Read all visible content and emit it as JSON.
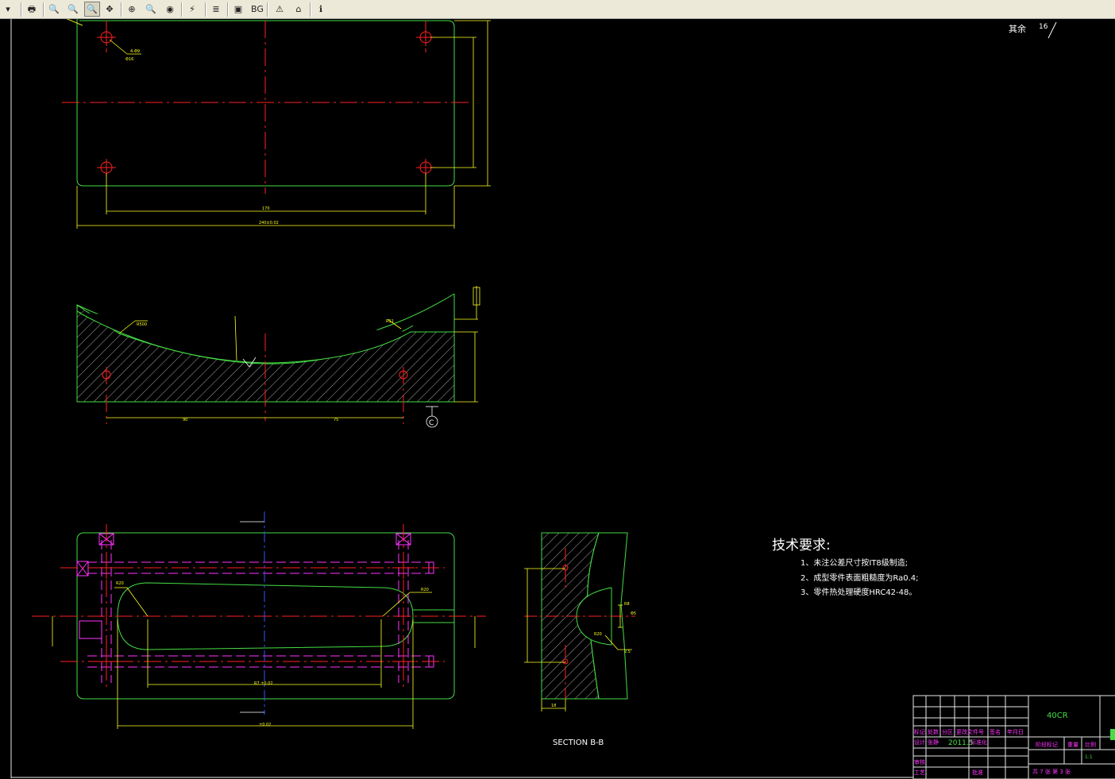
{
  "toolbar": {
    "buttons": [
      {
        "id": "menu-dropdown",
        "icon": "dropdown-arrow-icon",
        "glyph": "▾"
      },
      {
        "id": "print",
        "icon": "printer-icon",
        "glyph": "🖶"
      },
      {
        "id": "zoom-out",
        "icon": "zoom-out-icon",
        "glyph": "🔍"
      },
      {
        "id": "zoom-in",
        "icon": "zoom-in-icon",
        "glyph": "🔍"
      },
      {
        "id": "zoom-window",
        "icon": "zoom-window-icon",
        "glyph": "🔍"
      },
      {
        "id": "pan",
        "icon": "pan-icon",
        "glyph": "✥"
      },
      {
        "id": "zoom-extents",
        "icon": "zoom-extents-icon",
        "glyph": "⊕"
      },
      {
        "id": "zoom-realtime",
        "icon": "zoom-realtime-icon",
        "glyph": "🔍"
      },
      {
        "id": "orbit",
        "icon": "orbit-icon",
        "glyph": "◉"
      },
      {
        "id": "measure",
        "icon": "measure-icon",
        "glyph": "⚡"
      },
      {
        "id": "layers",
        "icon": "layers-icon",
        "glyph": "≣"
      },
      {
        "id": "layout",
        "icon": "layout-icon",
        "glyph": "▣"
      },
      {
        "id": "background",
        "icon": "bg-icon",
        "label": "BG"
      },
      {
        "id": "warning",
        "icon": "alert-icon",
        "glyph": "⚠"
      },
      {
        "id": "home",
        "icon": "home-icon",
        "glyph": "⌂"
      },
      {
        "id": "info",
        "icon": "info-icon",
        "glyph": "ℹ"
      }
    ]
  },
  "drawing": {
    "colors": {
      "background": "#000000",
      "outline": "#44dd44",
      "centerline": "#ff2020",
      "dimension": "#ffff22",
      "hidden": "#ff33ff",
      "text": "#ffffff",
      "hatch": "#dddddd",
      "blue": "#3355ff"
    },
    "surface_note": {
      "label": "其余",
      "value": "16"
    },
    "section_label": "SECTION B-B",
    "view_marker": "C",
    "tech_title": "技术要求:",
    "tech_items": [
      "1、未注公差尺寸按IT8级制造;",
      "2、成型零件表面粗糙度为Ra0.4;",
      "3、零件热处理硬度HRC42-48。"
    ],
    "title_block": {
      "material": "40CR",
      "headers": [
        "标记",
        "处数",
        "分区",
        "更改文件号",
        "签名",
        "年月日"
      ],
      "design_label": "设计",
      "design_name": "张静",
      "date": "2011.5",
      "standardize": "标准化",
      "review": "审核",
      "process": "工艺",
      "approve": "批准",
      "stage_mark": "阶段标记",
      "weight": "重量",
      "scale": "比例",
      "scale_value": "1:1",
      "sheet_info": "共 7 张 第 3 张"
    }
  }
}
